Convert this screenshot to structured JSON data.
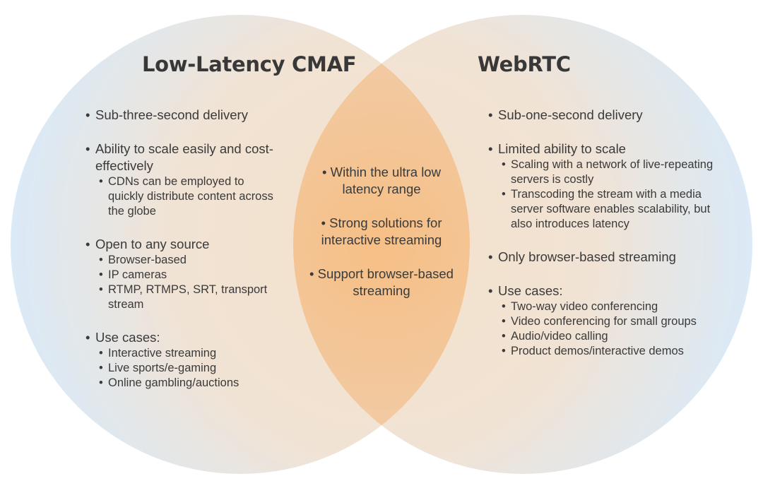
{
  "colors": {
    "circle_outer": "#dcebf8",
    "circle_inner": "#f3e2cd",
    "overlap": "#f4c08c",
    "text": "#3a3a3a"
  },
  "left": {
    "title": "Low-Latency CMAF",
    "items": [
      {
        "text": "Sub-three-second delivery",
        "subs": []
      },
      {
        "text": "Ability to scale easily and cost-effectively",
        "subs": [
          "CDNs can be employed to quickly distribute content across the globe"
        ]
      },
      {
        "text": "Open to any source",
        "subs": [
          "Browser-based",
          "IP cameras",
          "RTMP, RTMPS, SRT, transport stream"
        ]
      },
      {
        "text": "Use cases:",
        "subs": [
          "Interactive streaming",
          "Live sports/e-gaming",
          "Online gambling/auctions"
        ]
      }
    ]
  },
  "right": {
    "title": "WebRTC",
    "items": [
      {
        "text": "Sub-one-second delivery",
        "subs": []
      },
      {
        "text": "Limited ability to scale",
        "subs": [
          "Scaling with a network of live-repeating servers is costly",
          "Transcoding the stream with a media server software enables scalability, but also introduces latency"
        ]
      },
      {
        "text": "Only browser-based streaming",
        "subs": []
      },
      {
        "text": "Use cases:",
        "subs": [
          "Two-way video conferencing",
          "Video conferencing for small groups",
          "Audio/video calling",
          "Product demos/interactive demos"
        ]
      }
    ]
  },
  "overlap": {
    "items": [
      "• Within the ultra low latency range",
      "• Strong solutions for interactive streaming",
      "• Support browser-based streaming"
    ]
  }
}
